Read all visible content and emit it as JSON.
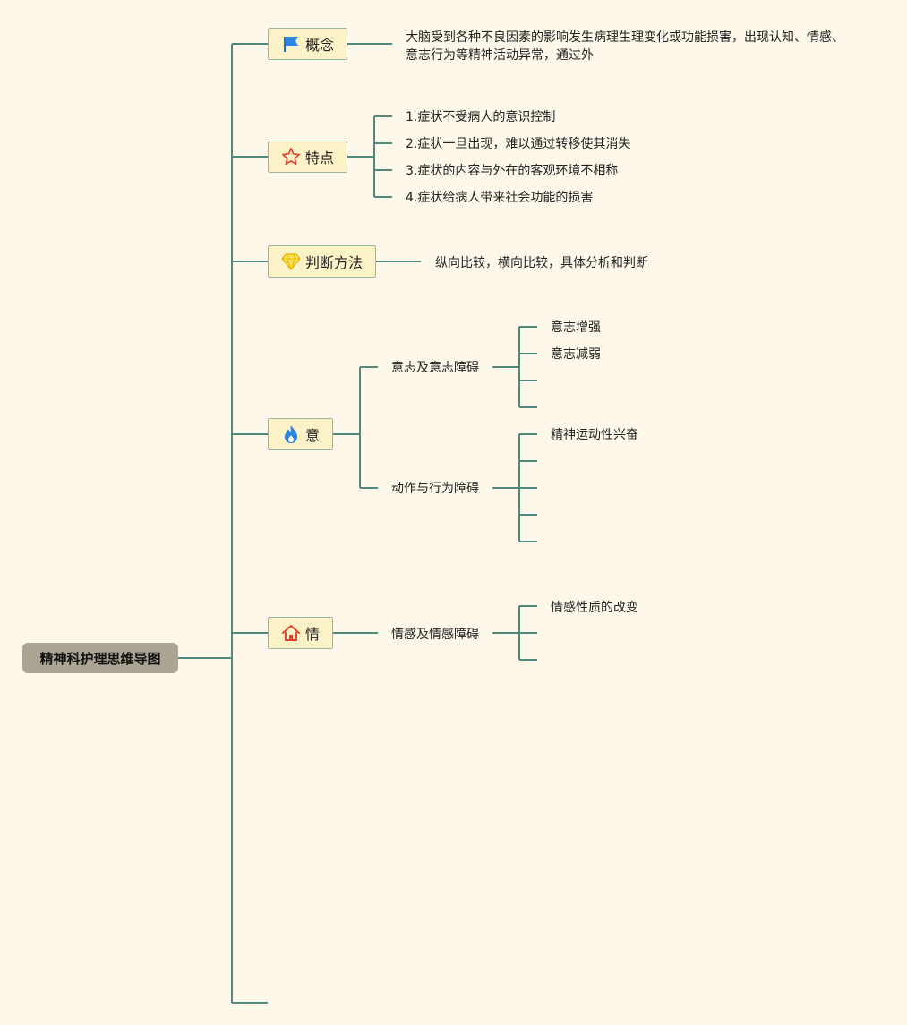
{
  "root": {
    "label": "精神科护理思维导图"
  },
  "topics": {
    "concept": {
      "label": "概念",
      "icon": "flag-icon",
      "description": "大脑受到各种不良因素的影响发生病理生理变化或功能损害，出现认知、情感、意志行为等精神活动异常，通过外"
    },
    "features": {
      "label": "特点",
      "icon": "star-icon",
      "items": [
        "1.症状不受病人的意识控制",
        "2.症状一旦出现，难以通过转移使其消失",
        "3.症状的内容与外在的客观环境不相称",
        "4.症状给病人带来社会功能的损害"
      ]
    },
    "method": {
      "label": "判断方法",
      "icon": "diamond-icon",
      "description": "纵向比较，横向比较，具体分析和判断"
    },
    "will": {
      "label": "意",
      "icon": "flame-icon",
      "groups": [
        {
          "label": "意志及意志障碍",
          "items": [
            "意志增强",
            "意志减弱",
            "",
            ""
          ]
        },
        {
          "label": "动作与行为障碍",
          "items": [
            "精神运动性兴奋",
            "",
            "",
            "",
            ""
          ]
        }
      ]
    },
    "emotion": {
      "label": "情",
      "icon": "home-icon",
      "groups": [
        {
          "label": "情感及情感障碍",
          "items": [
            "情感性质的改变",
            "",
            ""
          ]
        }
      ]
    }
  },
  "colors": {
    "background": "#fdf8e9",
    "line": "#4f8a7c",
    "root_fill": "#aca593",
    "topic_fill": "#fcf2c8",
    "topic_border": "#97b9a1"
  }
}
